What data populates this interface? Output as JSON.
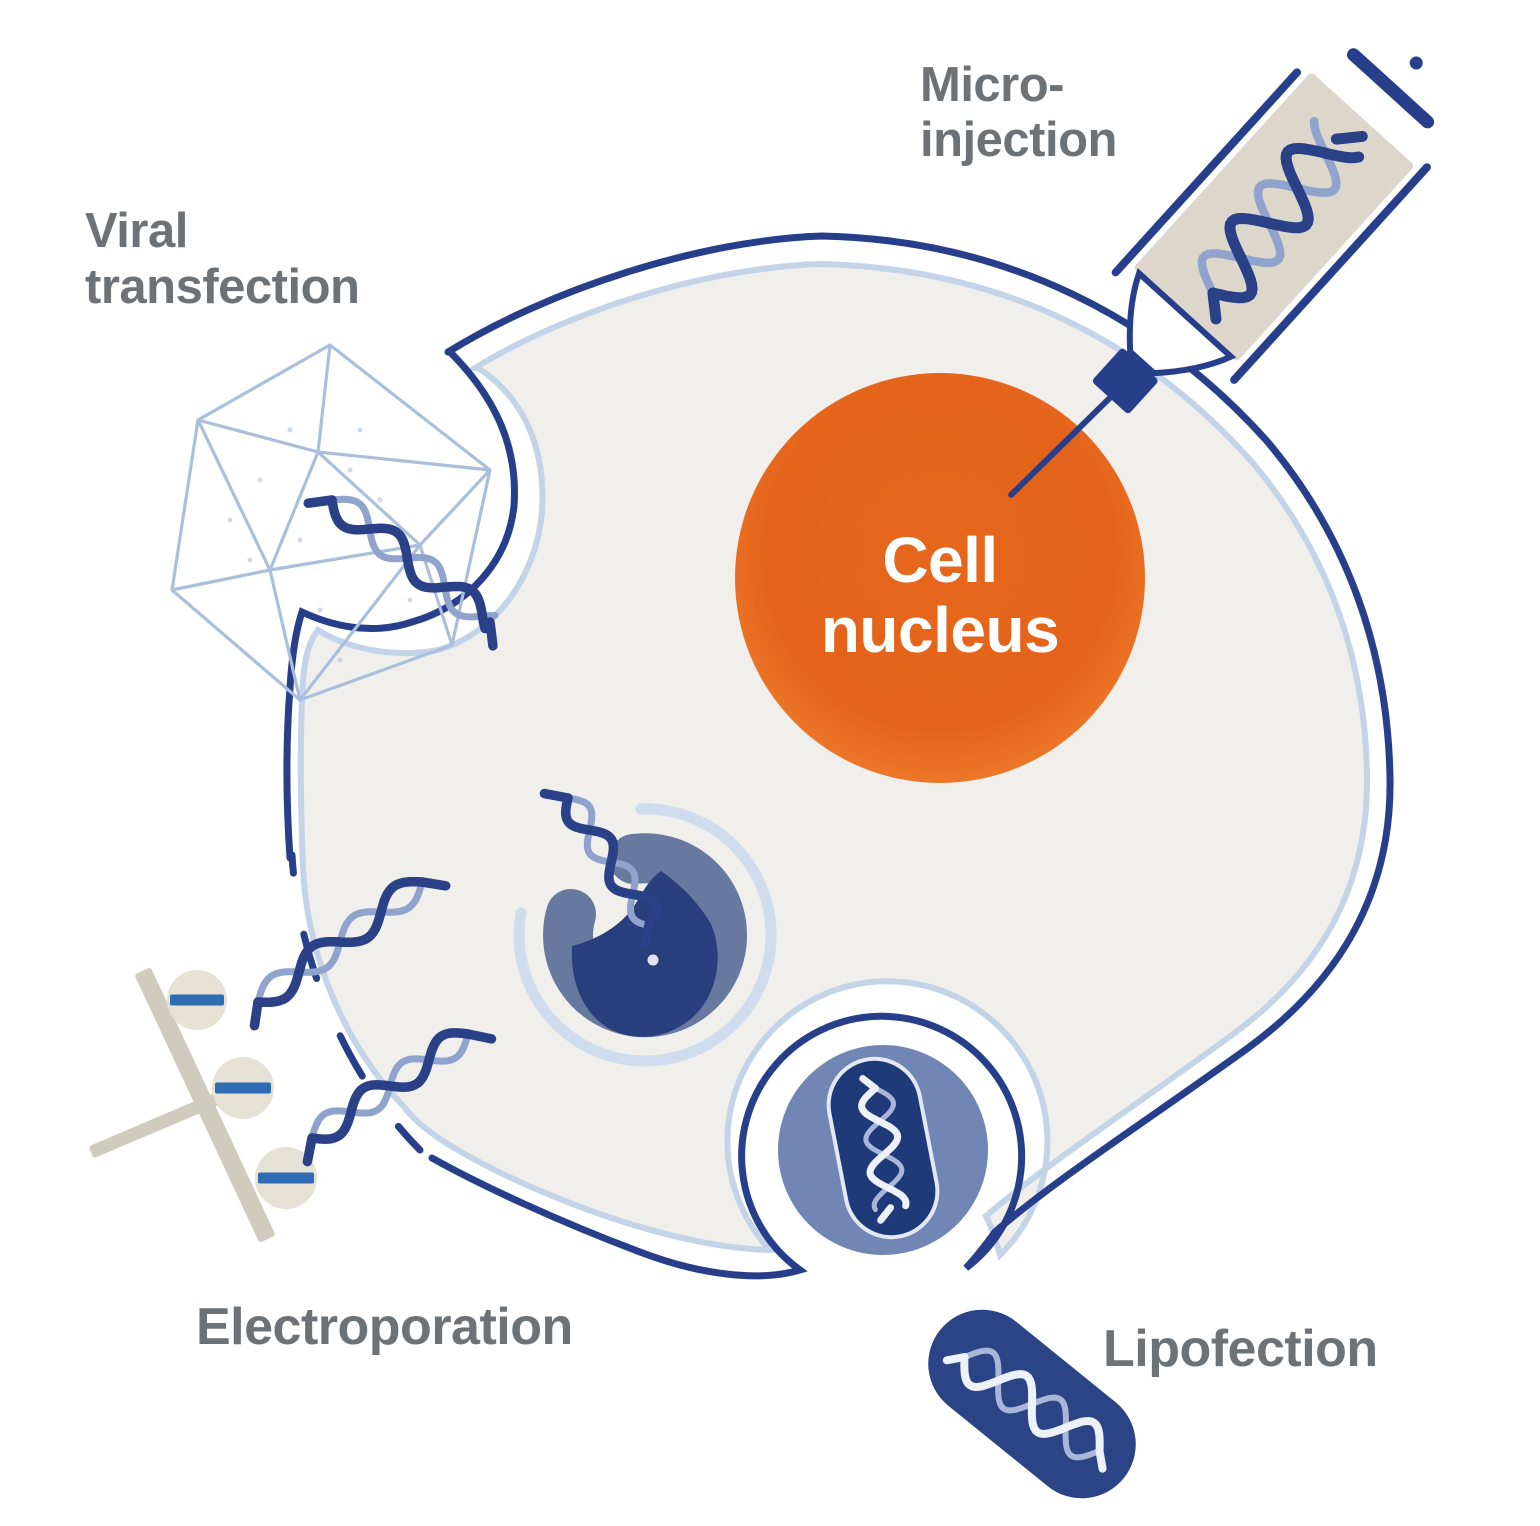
{
  "labels": {
    "viral": {
      "line1": "Viral",
      "line2": "transfection"
    },
    "micro": {
      "line1": "Micro-",
      "line2": "injection"
    },
    "electroporation": "Electroporation",
    "lipofection": "Lipofection",
    "nucleus": {
      "line1": "Cell",
      "line2": "nucleus"
    }
  },
  "colors": {
    "background": "#ffffff",
    "cell_fill": "#f0efec",
    "membrane_outer": "#273f8b",
    "membrane_inner": "#c3d3e8",
    "nucleus_center": "#e4621a",
    "nucleus_edge": "#ef8137",
    "label_gray": "#6d7277",
    "dna_dark": "#2a4087",
    "dna_light": "#8fa3cc",
    "device_beige": "#d0ccbd",
    "electrode_circle": "#e5e1d5",
    "electrode_blue": "#2e6cb3",
    "vesicle_blue": "#7186b5",
    "liposome_navy": "#2a4485",
    "liposome_inner_navy": "#1e3a78",
    "endosome_blue": "#67799f",
    "endosome_halo": "#cfdcee",
    "endosome_dark": "#293e7d",
    "syringe_body": "#dcd7ca",
    "virus_fill": "#eaeff6",
    "virus_line": "#a9bfdc",
    "dna_white": "#eef1f7",
    "dna_pale": "#a8b7d7"
  },
  "icons": [
    "cell-membrane",
    "cell-nucleus",
    "virus-icon",
    "syringe-icon",
    "dna-strand-icon",
    "electroporation-electrodes-icon",
    "endosome-icon",
    "liposome-vesicle-icon",
    "liposome-icon"
  ]
}
